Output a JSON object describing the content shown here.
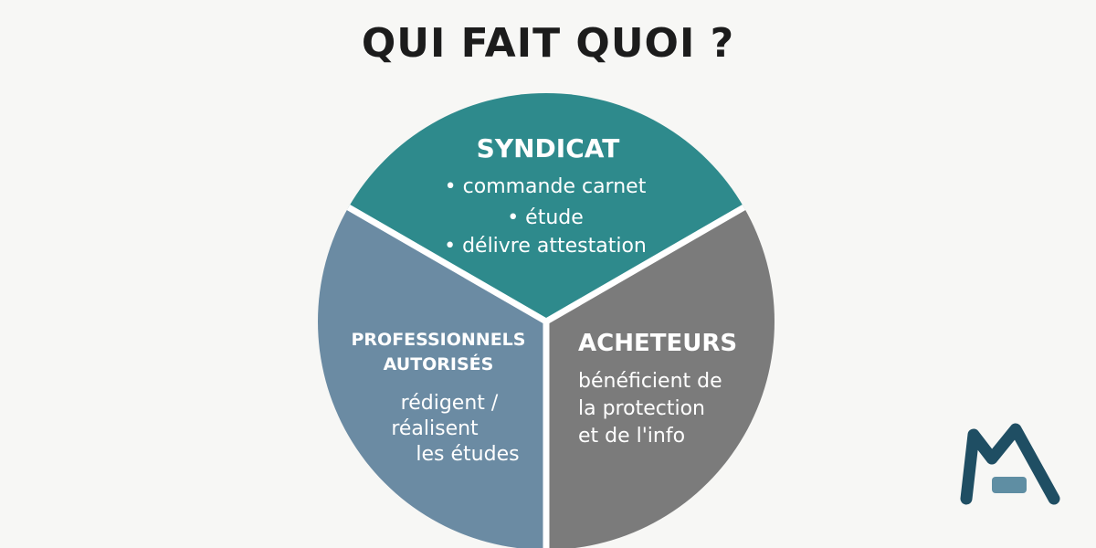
{
  "title": "QUI FAIT QUOI ?",
  "colors": {
    "syndicat": "#2e8a8c",
    "professionnels": "#6b8ba3",
    "acheteurs": "#7b7b7b",
    "divider": "#ffffff",
    "logo_dark": "#1f4e63",
    "logo_light": "#5f8ea3"
  },
  "segments": {
    "syndicat": {
      "heading": "SYNDICAT",
      "items": [
        "• commande carnet",
        "• étude",
        "• délivre attestation"
      ]
    },
    "professionnels": {
      "heading_lines": [
        "PROFESSIONNELS",
        "AUTORISÉS"
      ],
      "lines": [
        "rédigent /",
        "réalisent",
        "les études"
      ]
    },
    "acheteurs": {
      "heading": "ACHETEURS",
      "lines": [
        "bénéficient de",
        "la protection",
        "et de l'info"
      ]
    }
  },
  "logo": {
    "icon": "house-a-logo-icon"
  }
}
